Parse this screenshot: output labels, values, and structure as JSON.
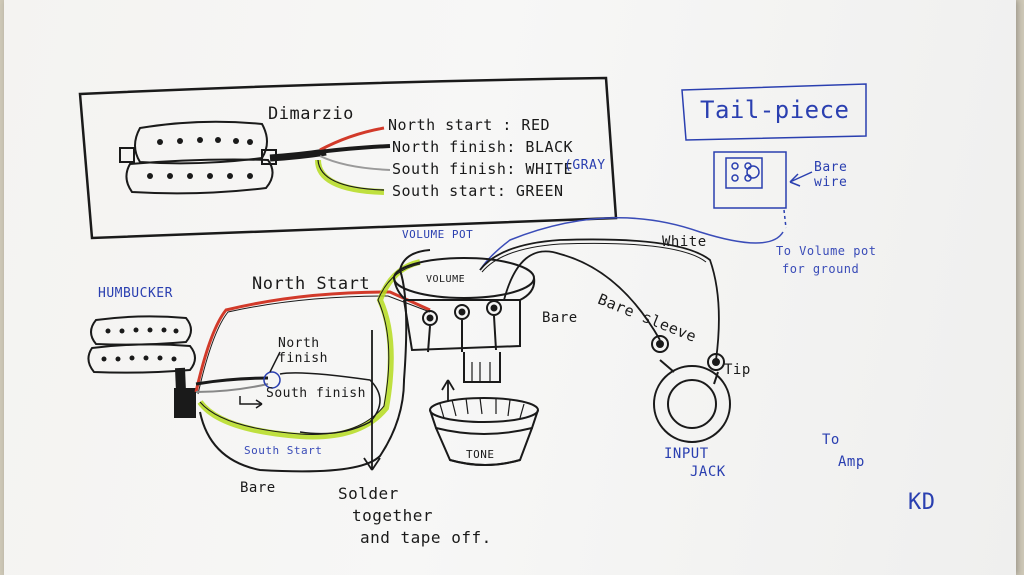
{
  "colors": {
    "ink": "#1a1a1a",
    "red_wire": "#d23a2a",
    "green_wire": "#b5dc1e",
    "blue_ink": "#2a3fb0",
    "paper": "#f6f6f5"
  },
  "legend": {
    "brand": "Dimarzio",
    "wire_labels": [
      "North start : RED",
      "North finish: BLACK",
      "South finish: WHITE",
      "South start: GREEN"
    ],
    "gray_note": "(GRAY"
  },
  "tailpiece": {
    "title": "Tail-piece",
    "bare_wire_label": "Bare wire",
    "ground_note_line1": "To Volume pot",
    "ground_note_line2": "for ground"
  },
  "main": {
    "humbucker_label": "HUMBUCKER",
    "north_start_label": "North Start",
    "north_finish_label": "North finish",
    "south_finish_label": "South finish",
    "south_start_label": "South Start",
    "bare_label_left": "Bare",
    "solder_line1": "Solder",
    "solder_line2": "together",
    "solder_line3": "and tape off.",
    "volume_pot_label": "VOLUME POT",
    "volume_knob_text": "VOLUME",
    "bare_label_pot": "Bare",
    "tone_label": "TONE",
    "white_label": "White",
    "bare_sleeve_label": "Bare sleeve",
    "tip_label": "Tip",
    "input_jack_line1": "INPUT",
    "input_jack_line2": "JACK",
    "to_amp_line1": "To",
    "to_amp_line2": "Amp",
    "initials": "KD"
  }
}
